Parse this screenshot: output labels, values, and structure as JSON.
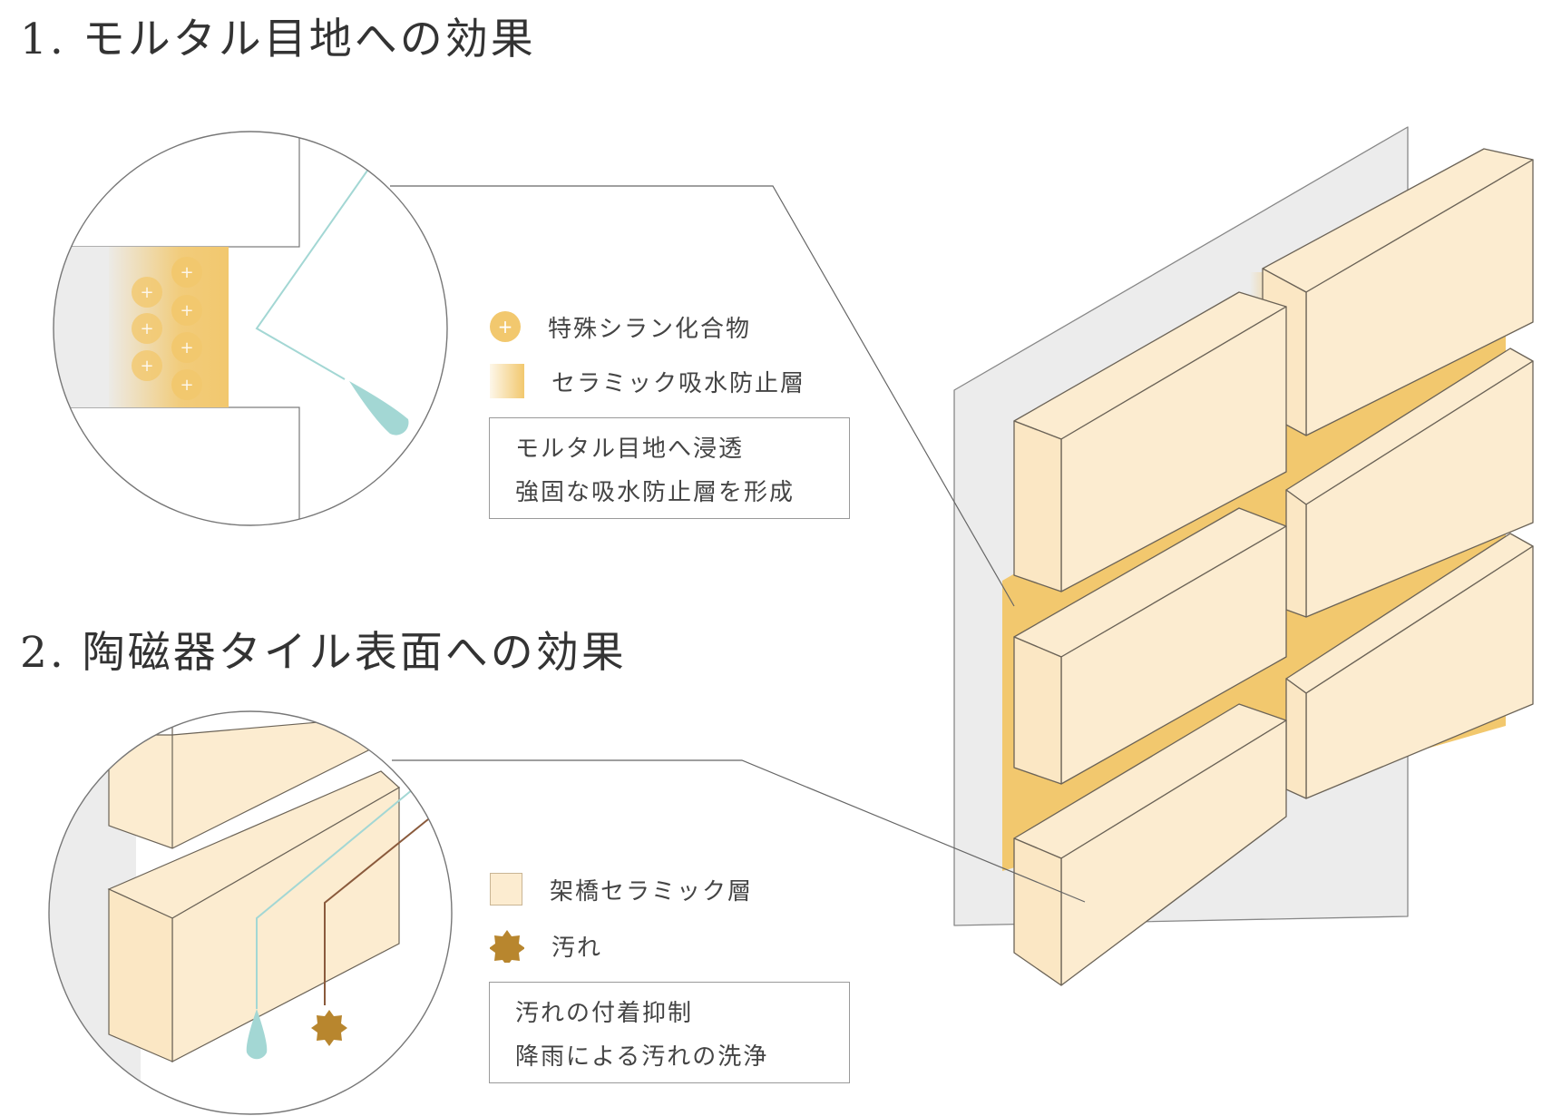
{
  "sections": [
    {
      "title": "1. モルタル目地への効果",
      "legend": [
        {
          "icon": "silane-compound-icon",
          "label": "特殊シラン化合物"
        },
        {
          "icon": "absorption-layer-icon",
          "label": "セラミック吸水防止層"
        }
      ],
      "note": [
        "モルタル目地へ浸透",
        "強固な吸水防止層を形成"
      ]
    },
    {
      "title": "2. 陶磁器タイル表面への効果",
      "legend": [
        {
          "icon": "ceramic-layer-icon",
          "label": "架橋セラミック層"
        },
        {
          "icon": "dirt-icon",
          "label": "汚れ"
        }
      ],
      "note": [
        "汚れの付着抑制",
        "降雨による汚れの洗浄"
      ]
    }
  ],
  "colors": {
    "tile": "#fcecd0",
    "tile_edge": "#b9a27c",
    "mortar": "#f2c86e",
    "wall": "#ececec",
    "water": "#a3d7d4",
    "dirt": "#b8862e"
  },
  "icons": {
    "plus": "+"
  }
}
